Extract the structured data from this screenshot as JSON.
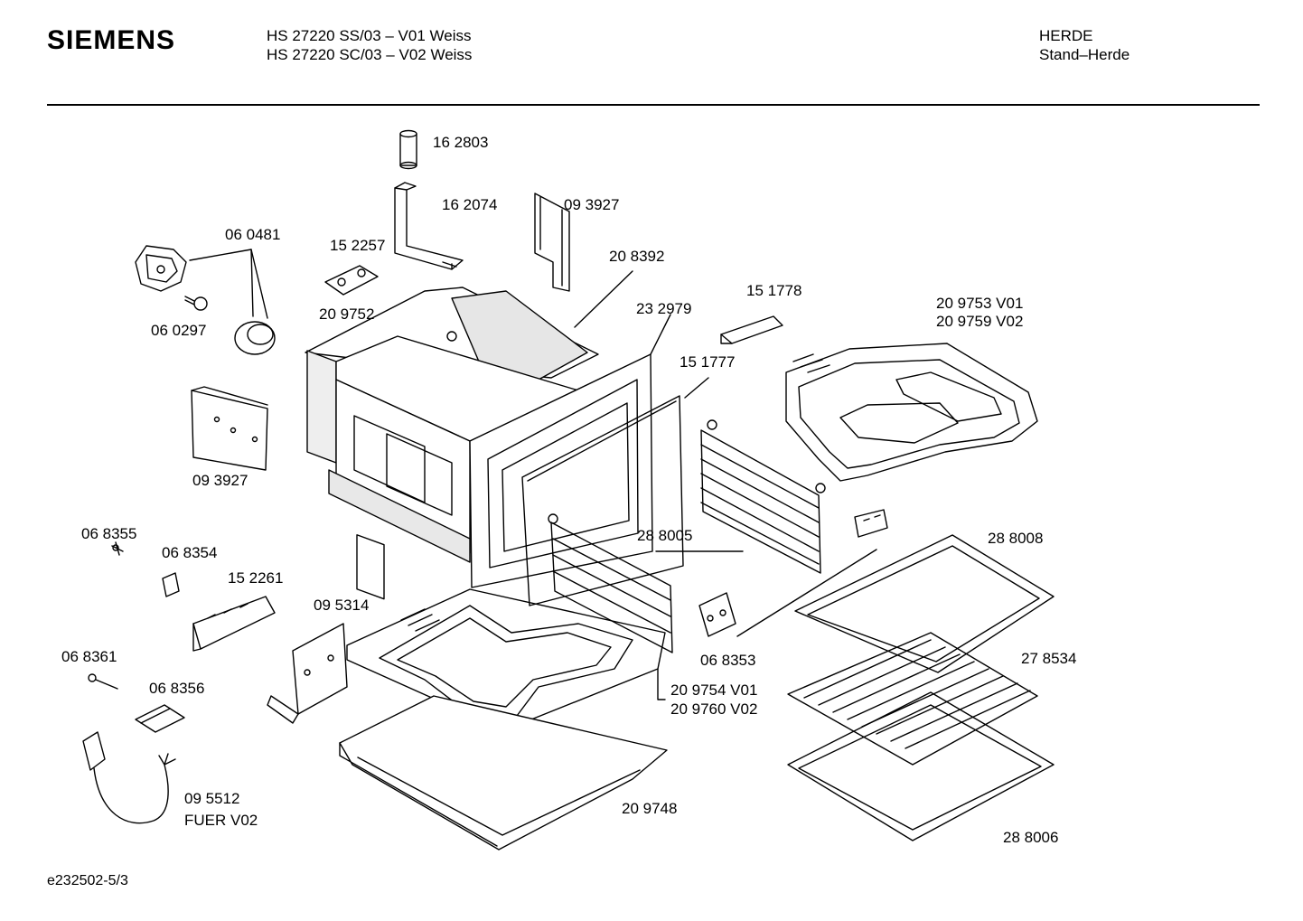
{
  "header": {
    "brand": "SIEMENS",
    "model_line_1": "HS 27220 SS/03 – V01 Weiss",
    "model_line_2": "HS 27220 SC/03 – V02 Weiss",
    "category_line_1": "HERDE",
    "category_line_2": "Stand–Herde"
  },
  "parts": {
    "p162803": "16 2803",
    "p162074": "16 2074",
    "p093927_top": "09 3927",
    "p060481": "06 0481",
    "p152257": "15 2257",
    "p208392": "20 8392",
    "p151778": "15 1778",
    "p209753_v01": "20 9753 V01",
    "p209759_v02": "20 9759 V02",
    "p060297": "06 0297",
    "p209752": "20 9752",
    "p232979": "23 2979",
    "p151777": "15 1777",
    "p093927_left": "09 3927",
    "p068355": "06 8355",
    "p068354": "06 8354",
    "p152261": "15 2261",
    "p288005": "28 8005",
    "p288008": "28 8008",
    "p095314": "09 5314",
    "p068361": "06 8361",
    "p068353": "06 8353",
    "p278534": "27 8534",
    "p068356": "06 8356",
    "p209754_v01": "20 9754 V01",
    "p209760_v02": "20 9760 V02",
    "p095512": "09 5512",
    "fuer_v02": "FUER V02",
    "p209748": "20 9748",
    "p288006": "28 8006"
  },
  "footer": {
    "doc_code": "e232502-5/3"
  }
}
